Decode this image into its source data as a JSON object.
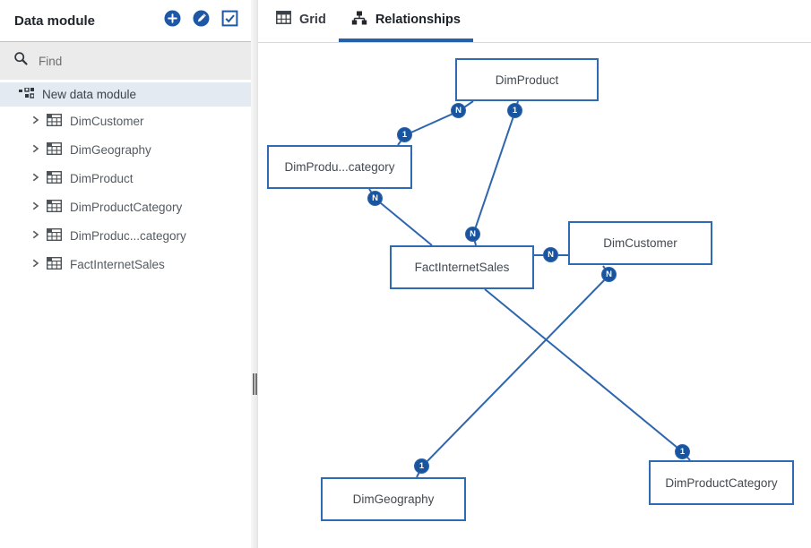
{
  "sidebar": {
    "title": "Data module",
    "actions": [
      {
        "icon": "add-icon"
      },
      {
        "icon": "edit-icon"
      },
      {
        "icon": "validate-checkbox-icon"
      }
    ],
    "search": {
      "placeholder": "Find",
      "icon": "search-icon"
    },
    "tree": {
      "root": {
        "label": "New data module",
        "selected": true,
        "icon": "data-module-icon"
      },
      "items": [
        {
          "label": "DimCustomer",
          "icon": "table-icon"
        },
        {
          "label": "DimGeography",
          "icon": "table-icon"
        },
        {
          "label": "DimProduct",
          "icon": "table-icon"
        },
        {
          "label": "DimProductCategory",
          "icon": "table-icon"
        },
        {
          "label": "DimProduc...category",
          "icon": "table-icon"
        },
        {
          "label": "FactInternetSales",
          "icon": "table-icon"
        }
      ]
    }
  },
  "tabs": [
    {
      "label": "Grid",
      "icon": "grid-table-icon",
      "active": false
    },
    {
      "label": "Relationships",
      "icon": "relationships-icon",
      "active": true
    }
  ],
  "diagram": {
    "entities": [
      {
        "label": "DimProduct"
      },
      {
        "label": "DimProdu...category"
      },
      {
        "label": "FactInternetSales"
      },
      {
        "label": "DimCustomer"
      },
      {
        "label": "DimGeography"
      },
      {
        "label": "DimProductCategory"
      }
    ],
    "badges": [
      {
        "label": "N"
      },
      {
        "label": "1"
      },
      {
        "label": "1"
      },
      {
        "label": "N"
      },
      {
        "label": "N"
      },
      {
        "label": "N"
      },
      {
        "label": "N"
      },
      {
        "label": "1"
      },
      {
        "label": "1"
      }
    ],
    "relationships": [
      {
        "from": "DimProduct",
        "from_cardinality": "N",
        "to": "DimProdu...category",
        "to_cardinality": "1"
      },
      {
        "from": "DimProduct",
        "from_cardinality": "1",
        "to": "FactInternetSales",
        "to_cardinality": "N"
      },
      {
        "from": "DimProdu...category",
        "from_cardinality": "N",
        "to": "FactInternetSales",
        "to_cardinality": ""
      },
      {
        "from": "FactInternetSales",
        "from_cardinality": "",
        "to": "DimCustomer",
        "to_cardinality": "N"
      },
      {
        "from": "DimCustomer",
        "from_cardinality": "N",
        "to": "DimGeography",
        "to_cardinality": "1"
      },
      {
        "from": "FactInternetSales",
        "from_cardinality": "",
        "to": "DimProductCategory",
        "to_cardinality": "1"
      }
    ]
  },
  "colors": {
    "accent_blue": "#1f57a5",
    "line_blue": "#2e66ad",
    "badge_blue": "#19549f",
    "selected_row_bg": "#e3eaf2",
    "tab_underline": "#2560ab",
    "find_bar_bg": "#ebebeb"
  }
}
